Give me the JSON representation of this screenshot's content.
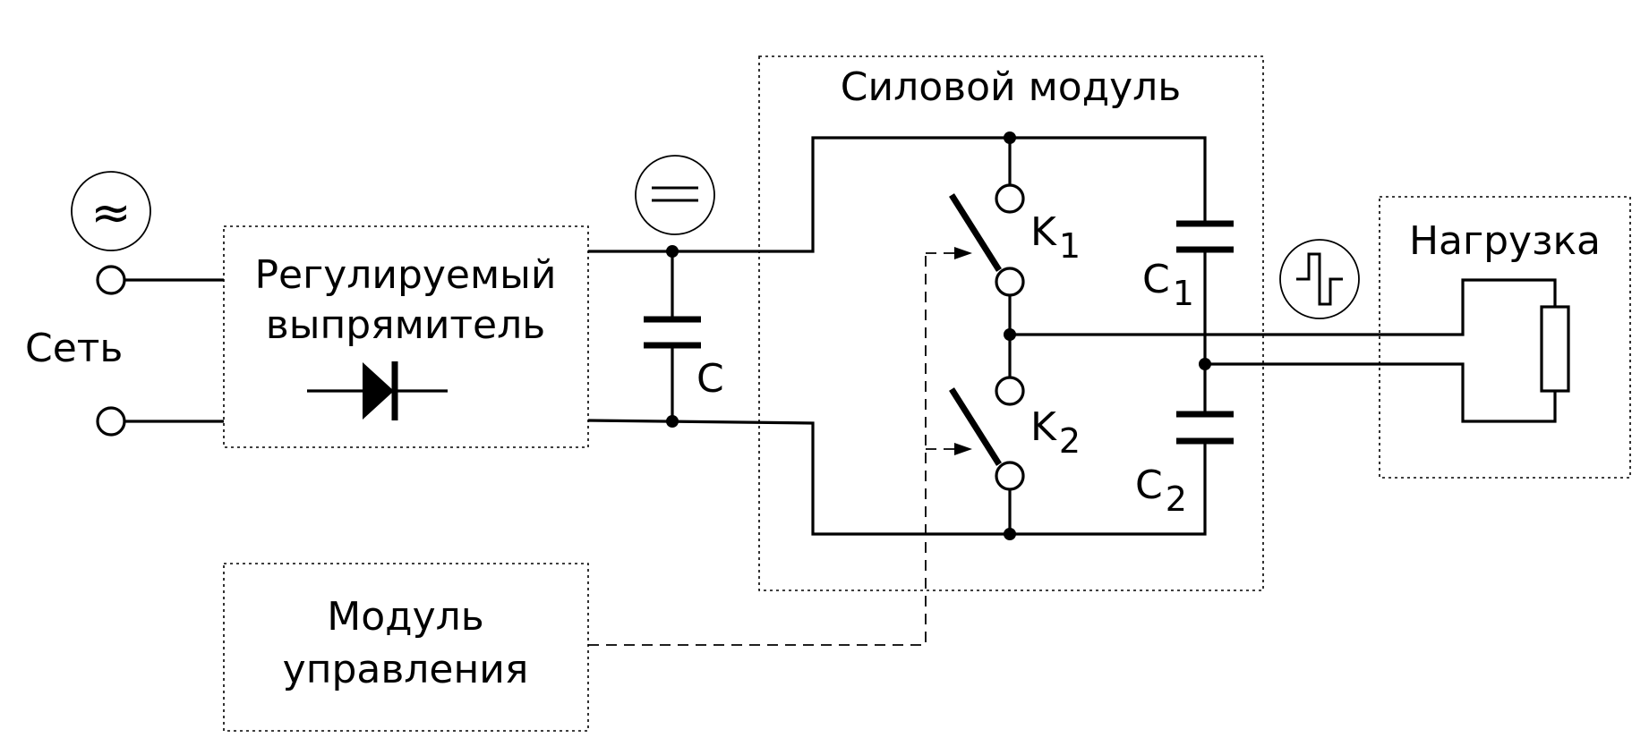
{
  "labels": {
    "mains": "Сеть",
    "rectifier_line1": "Регулируемый",
    "rectifier_line2": "выпрямитель",
    "control_line1": "Модуль",
    "control_line2": "управления",
    "power_module": "Силовой модуль",
    "load": "Нагрузка",
    "capacitor_main": "C",
    "switch_1": "K",
    "switch_1_sub": "1",
    "switch_2": "K",
    "switch_2_sub": "2",
    "capacitor_1": "C",
    "capacitor_1_sub": "1",
    "capacitor_2": "C",
    "capacitor_2_sub": "2",
    "ac_symbol": "≈"
  }
}
